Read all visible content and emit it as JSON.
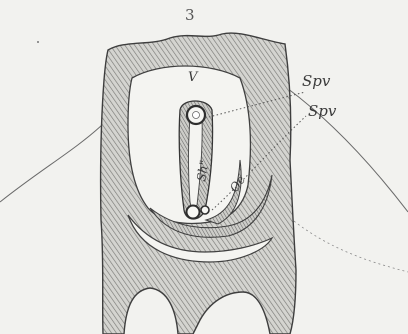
{
  "figure": {
    "number": "3",
    "labels": {
      "v": "V",
      "spv_upper": "Spv",
      "spv_lower": "Spv",
      "sh": "Sh\"",
      "oe": "Oe"
    }
  }
}
